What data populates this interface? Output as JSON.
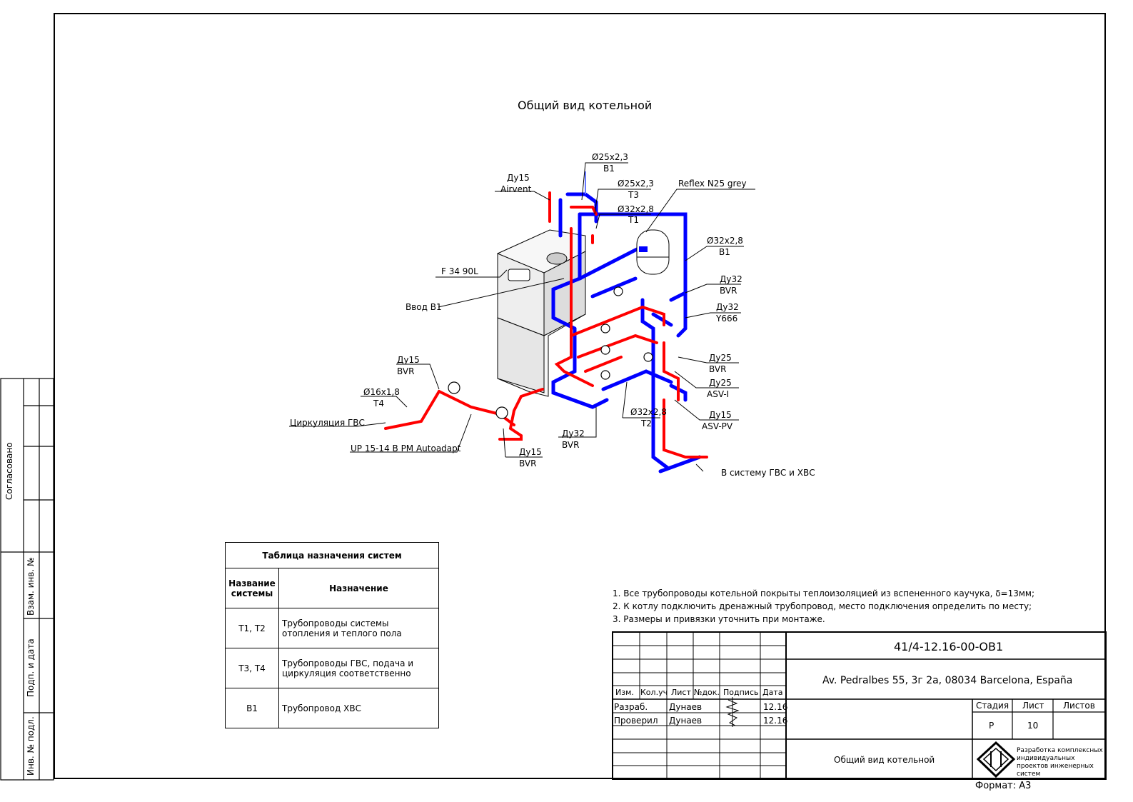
{
  "title": "Общий вид котельной",
  "labels": {
    "pipe_b1_top": "Ø25x2,3",
    "pipe_b1_top_sys": "B1",
    "pipe_t3": "Ø25x2,3",
    "pipe_t3_sys": "T3",
    "pipe_t1": "Ø32x2,8",
    "pipe_t1_sys": "T1",
    "airvent_dn": "Ду15",
    "airvent": "Airvent",
    "reflex": "Reflex N25 grey",
    "pipe_b1_right": "Ø32x2,8",
    "pipe_b1_right_sys": "B1",
    "boiler": "F 34 90L",
    "inlet_b1": "Ввод B1",
    "bvr32_top_dn": "Ду32",
    "bvr32_top": "BVR",
    "y666_dn": "Ду32",
    "y666": "Y666",
    "bvr25_dn": "Ду25",
    "bvr25": "BVR",
    "asvi_dn": "Ду25",
    "asvi": "ASV-I",
    "asvpv_dn": "Ду15",
    "asvpv": "ASV-PV",
    "bvr15_left_dn": "Ду15",
    "bvr15_left": "BVR",
    "pipe_t4": "Ø16x1,8",
    "pipe_t4_sys": "T4",
    "circulation": "Циркуляция ГВС",
    "pump": "UP 15-14 B PM Autoadapt",
    "bvr15_bottom_dn": "Ду15",
    "bvr15_bottom": "BVR",
    "bvr32_bottom_dn": "Ду32",
    "bvr32_bottom": "BVR",
    "pipe_t2": "Ø32x2,8",
    "pipe_t2_sys": "T2",
    "to_system": "В систему ГВС и ХВС"
  },
  "system_table": {
    "caption": "Таблица назначения систем",
    "head_name": "Название системы",
    "head_purpose": "Назначение",
    "rows": [
      {
        "name": "T1, T2",
        "purpose": "Трубопроводы системы отопления и теплого пола"
      },
      {
        "name": "T3, T4",
        "purpose": "Трубопроводы ГВС, подача и циркуляция соответственно"
      },
      {
        "name": "B1",
        "purpose": "Трубопровод ХВС"
      }
    ]
  },
  "notes": [
    "1. Все трубопроводы котельной покрыты  теплоизоляцией из вспененного каучука, δ=13мм;",
    "2. К котлу подключить дренажный трубопровод, место подключения определить по месту;",
    "3. Размеры и привязки уточнить при монтаже."
  ],
  "title_block": {
    "code": "41/4-12.16-00-ОВ1",
    "address": "Av. Pedralbes 55, 3г 2а, 08034 Barcelona, España",
    "headers": [
      "Изм.",
      "Кол.уч",
      "Лист",
      "№док.",
      "Подпись",
      "Дата"
    ],
    "role1": "Разраб.",
    "role1_name": "Дунаев",
    "role1_date": "12.16",
    "role2": "Проверил",
    "role2_name": "Дунаев",
    "role2_date": "12.16",
    "stage_label": "Стадия",
    "sheet_label": "Лист",
    "sheets_label": "Листов",
    "stage": "Р",
    "sheet": "10",
    "sheet_title": "Общий вид котельной",
    "company": "Разработка комплексных индивидуальных проектов инженерных систем",
    "format": "Формат: А3"
  },
  "side_stamp": {
    "agreed": "Согласовано",
    "inv_replace": "Взам. инв. №",
    "sign_date": "Подп. и дата",
    "inv_orig": "Инв. № подл."
  },
  "colors": {
    "cold_pipe": "#0000ff",
    "hot_pipe": "#ff0000",
    "line": "#000000"
  }
}
